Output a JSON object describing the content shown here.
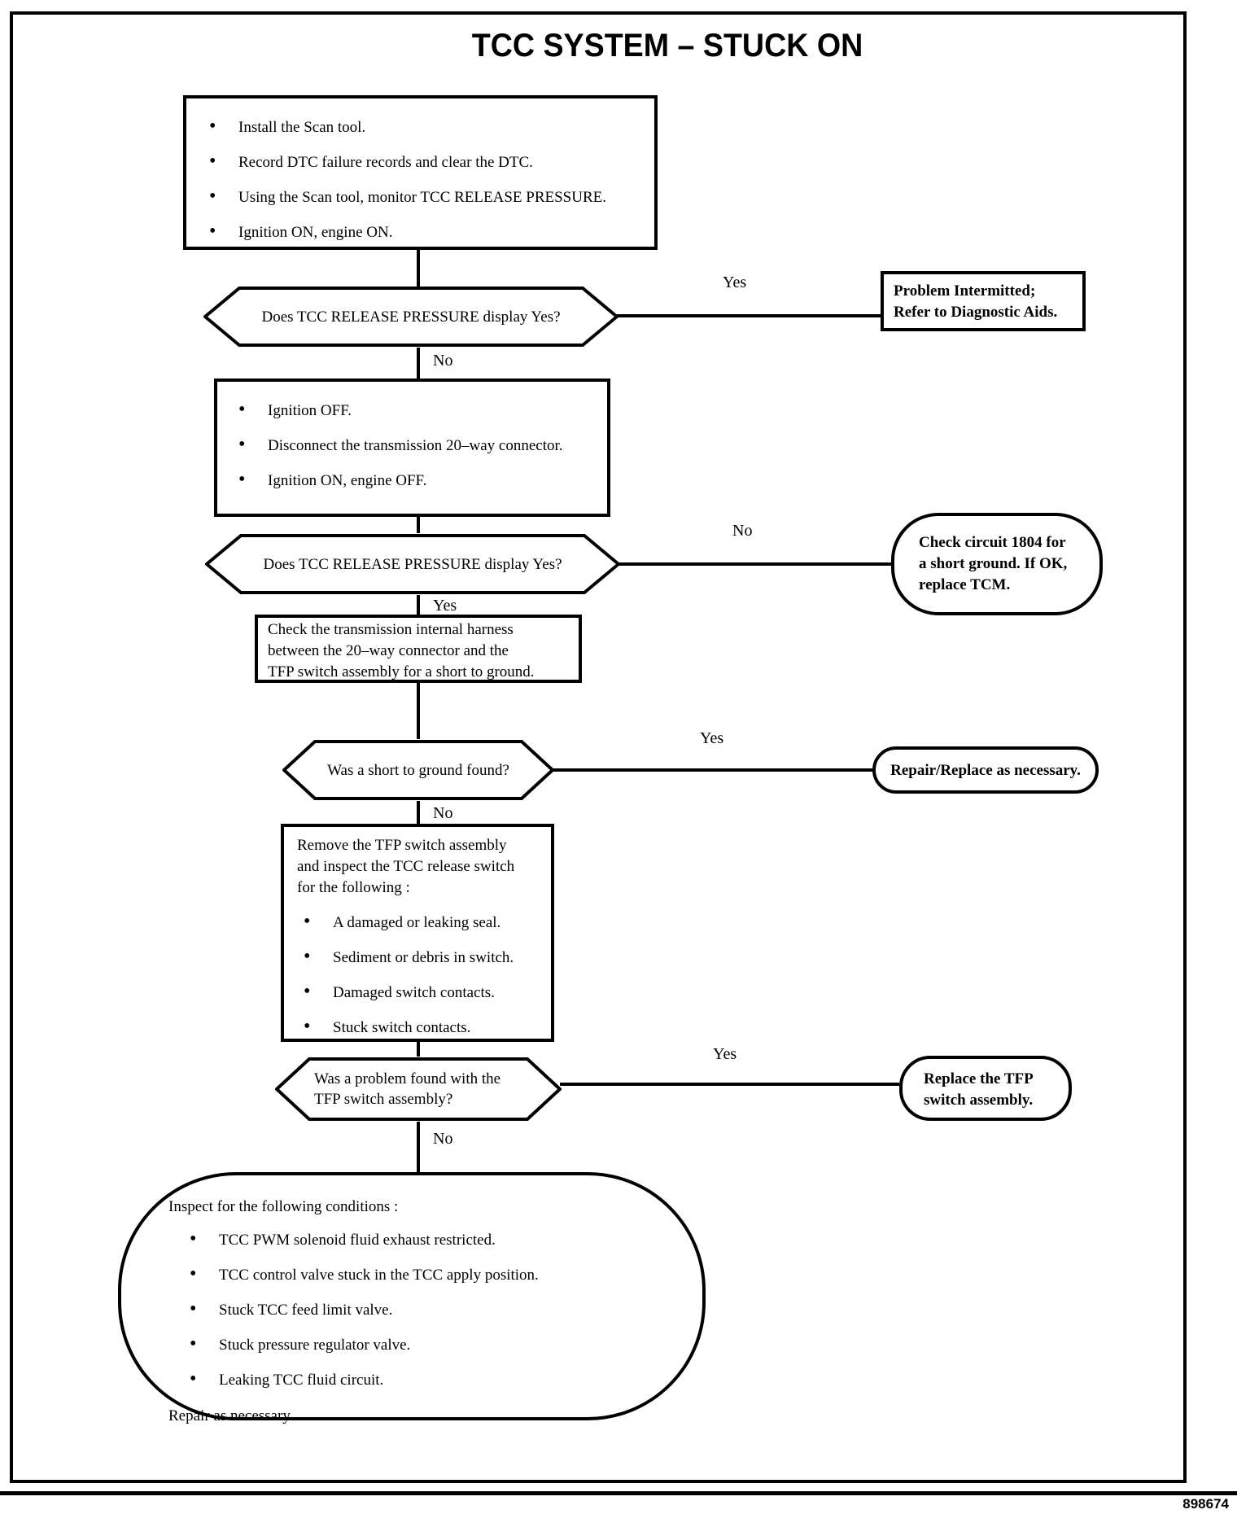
{
  "page": {
    "title": "TCC SYSTEM – STUCK ON",
    "figure_number": "898674"
  },
  "labels": {
    "yes": "Yes",
    "no": "No"
  },
  "flow": {
    "step1": {
      "bullets": [
        "Install the Scan tool.",
        "Record DTC failure records and clear the DTC.",
        "Using the Scan tool, monitor TCC RELEASE PRESSURE.",
        "Ignition ON, engine ON."
      ]
    },
    "decision1": {
      "text": "Does TCC RELEASE PRESSURE display Yes?"
    },
    "action_intermittent": {
      "lines": [
        "Problem Intermitted;",
        "Refer to Diagnostic Aids."
      ]
    },
    "step2": {
      "bullets": [
        "Ignition OFF.",
        "Disconnect the transmission 20–way connector.",
        "Ignition ON, engine OFF."
      ]
    },
    "decision2": {
      "text": "Does TCC RELEASE PRESSURE display Yes?"
    },
    "action_circuit": {
      "lines": [
        "Check circuit 1804 for",
        "a short ground. If OK,",
        "replace TCM."
      ]
    },
    "step3": {
      "lines": [
        "Check the transmission internal harness",
        "between the 20–way connector and the",
        "TFP switch assembly for a short to ground."
      ]
    },
    "decision3": {
      "text": "Was a short to ground found?"
    },
    "action_repair": {
      "text": "Repair/Replace as necessary."
    },
    "step4": {
      "intro_lines": [
        "Remove the TFP switch assembly",
        "and inspect the TCC release switch",
        "for the following :"
      ],
      "bullets": [
        "A damaged or leaking seal.",
        "Sediment or debris in switch.",
        "Damaged switch contacts.",
        "Stuck switch contacts."
      ]
    },
    "decision4": {
      "lines": [
        "Was a problem found with the",
        "TFP switch assembly?"
      ]
    },
    "action_replace_tfp": {
      "lines": [
        "Replace the TFP",
        "switch assembly."
      ]
    },
    "final": {
      "intro": "Inspect for the following conditions :",
      "bullets": [
        "TCC PWM solenoid fluid exhaust restricted.",
        "TCC control valve stuck in the TCC apply position.",
        "Stuck TCC feed limit valve.",
        "Stuck pressure regulator valve.",
        "Leaking TCC fluid circuit."
      ],
      "outro": "Repair as necessary."
    }
  }
}
